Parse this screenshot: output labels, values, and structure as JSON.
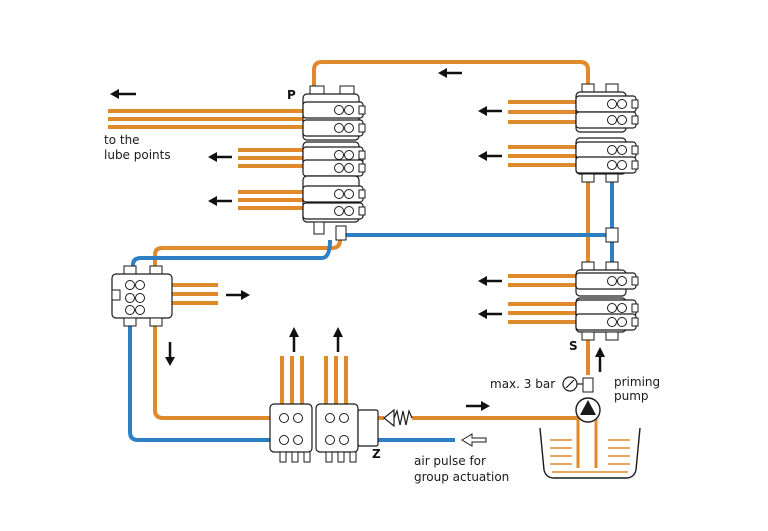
{
  "labels": {
    "lube_points_line1": "to the",
    "lube_points_line2": "lube points",
    "letter_p": "P",
    "letter_s": "S",
    "letter_z": "Z",
    "max_pressure": "max. 3 bar",
    "priming_line1": "priming",
    "priming_line2": "pump",
    "air_pulse_line1": "air pulse for",
    "air_pulse_line2": "group actuation"
  },
  "colors": {
    "lubricant_line": "#e08a2c",
    "air_line": "#2f7fc4",
    "outline": "#1a1a1a"
  }
}
